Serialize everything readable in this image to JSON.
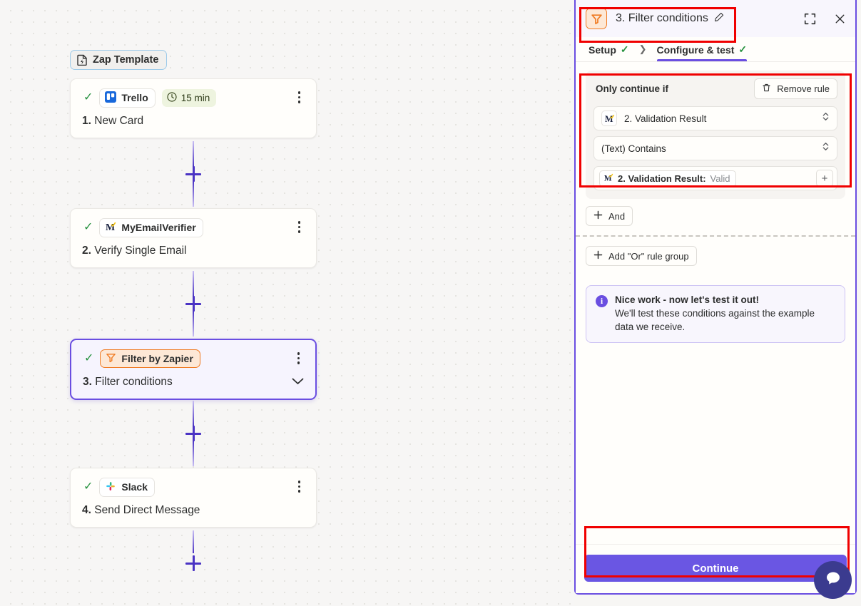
{
  "canvas": {
    "zap_template_label": "Zap Template",
    "nodes": [
      {
        "app": "Trello",
        "num": "1.",
        "title": "New Card",
        "time_badge": "15 min",
        "selected": false
      },
      {
        "app": "MyEmailVerifier",
        "num": "2.",
        "title": "Verify Single Email",
        "time_badge": "",
        "selected": false
      },
      {
        "app": "Filter by Zapier",
        "num": "3.",
        "title": "Filter conditions",
        "time_badge": "",
        "selected": true
      },
      {
        "app": "Slack",
        "num": "4.",
        "title": "Send Direct Message",
        "time_badge": "",
        "selected": false
      }
    ]
  },
  "panel": {
    "title": "3. Filter conditions",
    "edit_icon": "pencil-icon",
    "expand_icon": "expand-icon",
    "close_icon": "close-icon",
    "tabs": [
      {
        "label": "Setup",
        "done": true,
        "active": false
      },
      {
        "label": "Configure & test",
        "done": true,
        "active": true
      }
    ],
    "rule": {
      "heading": "Only continue if",
      "remove_label": "Remove rule",
      "field_value": "2. Validation Result",
      "operator_value": "(Text) Contains",
      "token_label": "2. Validation Result:",
      "token_value": "Valid",
      "add_value_label": "+"
    },
    "and_label": "And",
    "or_label": "Add \"Or\" rule group",
    "notice": {
      "title": "Nice work - now let's test it out!",
      "body": "We'll test these conditions against the example data we receive."
    },
    "continue_label": "Continue"
  },
  "colors": {
    "accent_purple": "#6a4ee1",
    "primary_button": "#6a56e3",
    "filter_orange": "#f07a21",
    "annotation_red": "#f00000",
    "check_green": "#25913e"
  },
  "chat": {
    "icon": "chat-bubble-icon"
  }
}
